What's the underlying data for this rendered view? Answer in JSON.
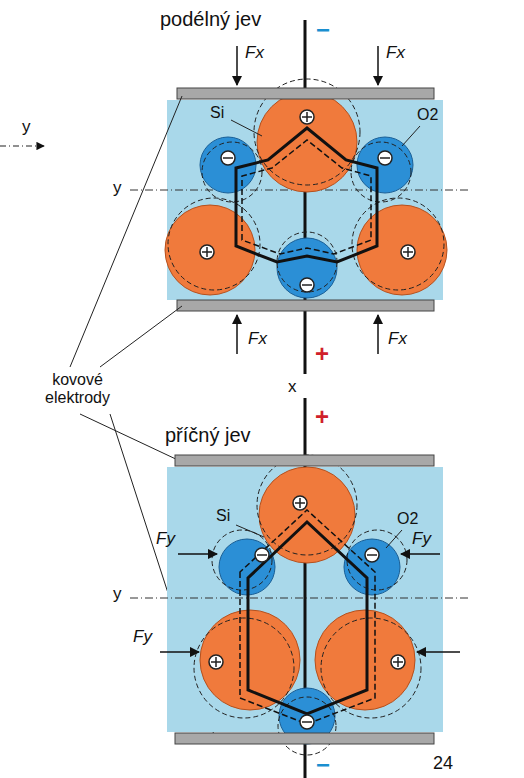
{
  "diagram": {
    "labels": [
      "podélný jev",
      "−",
      "Fx",
      "Fx",
      "y",
      "Si",
      "O2",
      "y",
      "Fx",
      "Fx",
      "+",
      "kovové elektrody",
      "x",
      "příčný jev",
      "+",
      "Si",
      "O2",
      "Fy",
      "Fy",
      "y",
      "Fy",
      "−",
      "24"
    ]
  }
}
